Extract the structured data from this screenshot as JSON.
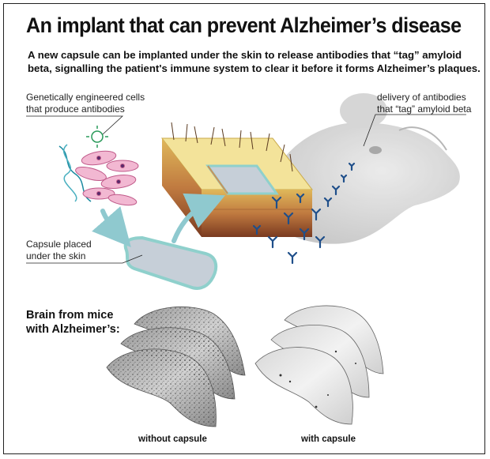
{
  "title": "An implant that can prevent Alzheimer’s disease",
  "subtitle": "A new capsule can be implanted under the skin to release antibodies that “tag” amyloid beta, signalling the patient's immune system to clear it before it forms Alzheimer’s plaques.",
  "labels": {
    "cells_line1": "Genetically engineered cells",
    "cells_line2": "that produce antibodies",
    "capsule_line1": "Capsule placed",
    "capsule_line2": "under the skin",
    "delivery_line1": "delivery of antibodies",
    "delivery_line2": "that “tag” amyloid beta"
  },
  "brain": {
    "heading_line1": "Brain from mice",
    "heading_line2": "with Alzheimer’s:",
    "left_caption": "without capsule",
    "right_caption": "with capsule"
  },
  "colors": {
    "capsule_border": "#8fd0cc",
    "capsule_fill": "#c6cfd8",
    "cell_fill": "#f2b8d2",
    "antibody": "#1f4f8a",
    "arrow": "#8fc9cf",
    "skin_top": "#e6d06a",
    "tissue": "#8c4a2a"
  },
  "icons": [
    "dna-helix-icon",
    "virus-icon",
    "antibody-icon",
    "mouse-illustration",
    "skin-cross-section",
    "brain-slice"
  ]
}
